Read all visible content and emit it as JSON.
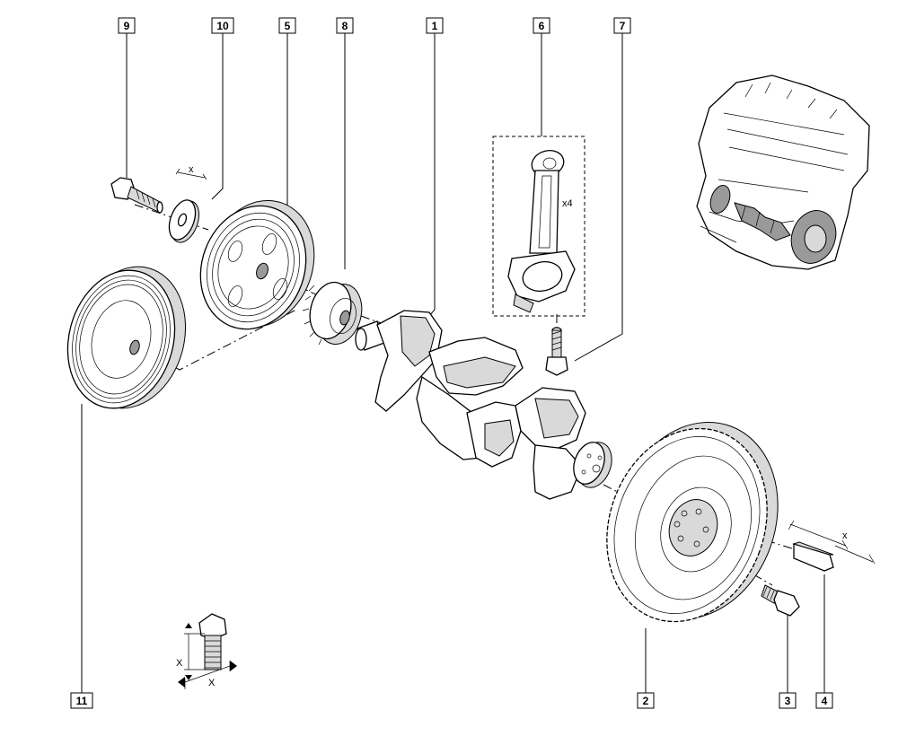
{
  "callouts": {
    "c1": "1",
    "c2": "2",
    "c3": "3",
    "c4": "4",
    "c5": "5",
    "c6": "6",
    "c7": "7",
    "c8": "8",
    "c9": "9",
    "c10": "10",
    "c11": "11"
  },
  "annotations": {
    "rod_quantity": "x4",
    "washer_dim": "x",
    "key_dim": "x",
    "bolt_dim_vertical": "X",
    "bolt_dim_horizontal": "X"
  }
}
